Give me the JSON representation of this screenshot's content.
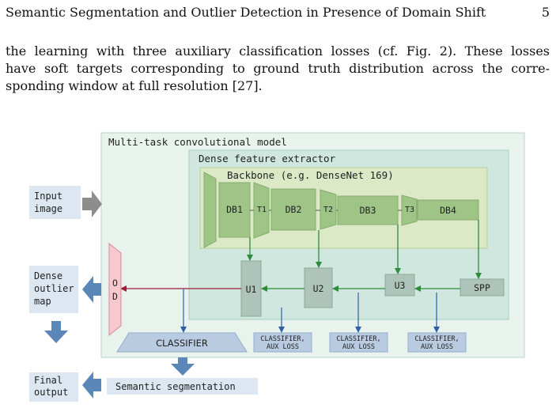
{
  "header": {
    "running_title": "Semantic Segmentation and Outlier Detection in Presence of Domain Shift",
    "page_number": "5"
  },
  "body": {
    "lines": [
      "the learning with three auxiliary classification losses (cf. Fig. 2). These losses",
      "have soft targets corresponding to ground truth distribution across the corre-",
      "sponding window at full resolution [27]."
    ]
  },
  "figure": {
    "model_title": "Multi-task convolutional model",
    "extractor_title": "Dense feature extractor",
    "backbone_title": "Backbone (e.g. DenseNet 169)",
    "dense_blocks": [
      "DB1",
      "DB2",
      "DB3",
      "DB4"
    ],
    "transitions": [
      "T1",
      "T2",
      "T3"
    ],
    "upsampling": [
      "U1",
      "U2",
      "U3"
    ],
    "spp": "SPP",
    "od_letters": [
      "O",
      "D"
    ],
    "classifier": "CLASSIFIER",
    "aux_losses": [
      [
        "CLASSIFIER,",
        "AUX LOSS"
      ],
      [
        "CLASSIFIER,",
        "AUX LOSS"
      ],
      [
        "CLASSIFIER,",
        "AUX LOSS"
      ]
    ],
    "input_label": [
      "Input",
      "image"
    ],
    "outlier_label": [
      "Dense",
      "outlier",
      "map"
    ],
    "final_label": [
      "Final",
      "output"
    ],
    "semantic_label": "Semantic segmentation",
    "colors": {
      "model_bg": "#e9f3ee",
      "extractor_bg": "#cfe7df",
      "backbone_bg": "#dbe9c6",
      "block_fill": "#9ec486",
      "u_fill": "#aec4bb",
      "od_fill": "#f6c9cf",
      "od_stroke": "#d98a96",
      "label_bg": "#dde7f1",
      "arrow_grey": "#8d8d8d",
      "arrow_blue": "#5b86b8",
      "line_green": "#2e8b3a",
      "line_blue": "#2f5fa5",
      "line_red": "#a01c34",
      "classifier_fill": "#b9cbe0"
    }
  }
}
